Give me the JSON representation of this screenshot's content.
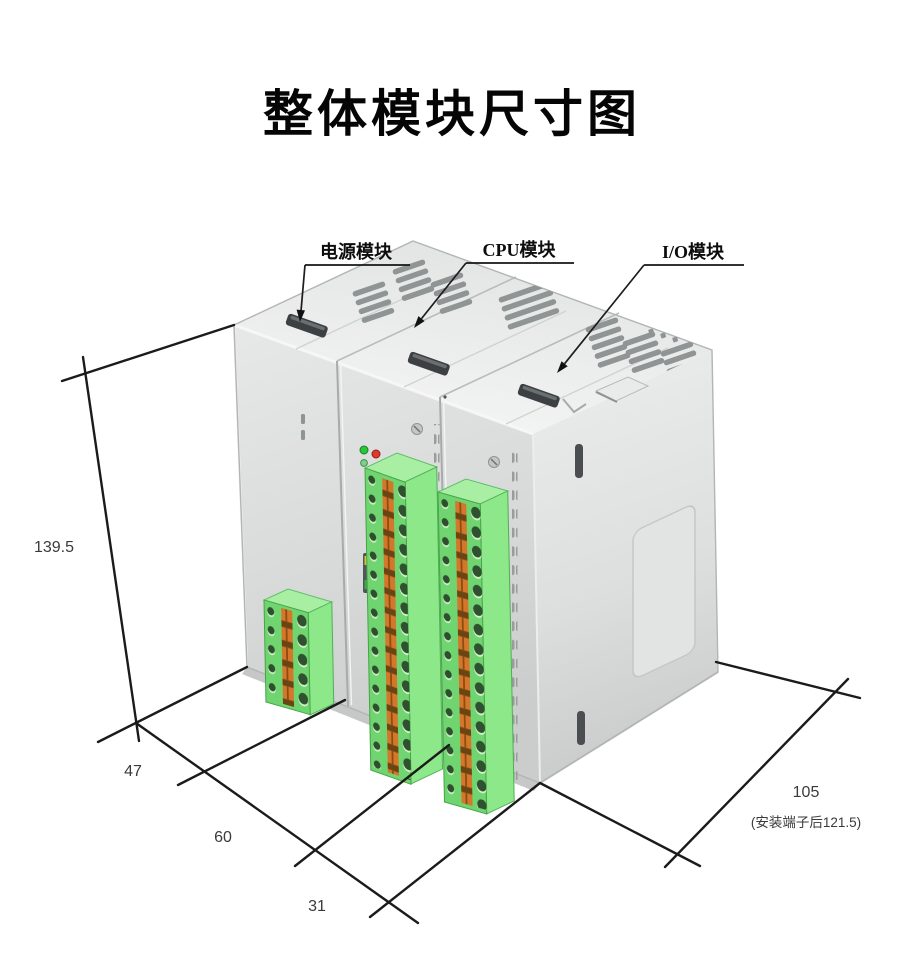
{
  "title": "整体模块尺寸图",
  "annotations": {
    "power_label": "电源模块",
    "cpu_label": "CPU模块",
    "io_label": "I/O模块"
  },
  "dimensions": {
    "height": "139.5",
    "power_width": "47",
    "cpu_width": "60",
    "io_width": "31",
    "depth": "105",
    "depth_note": "(安装端子后121.5)"
  },
  "colors": {
    "line-black": "#1b1b1b",
    "terminal-green": "#70d470",
    "terminal-green-top": "#a9efa3",
    "terminal-green-side": "#8ce889",
    "contact-orange": "#d4772b",
    "body-top": "#f2f3f2",
    "body-front": "#d7d8d8",
    "body-side": "#dcdedd"
  }
}
